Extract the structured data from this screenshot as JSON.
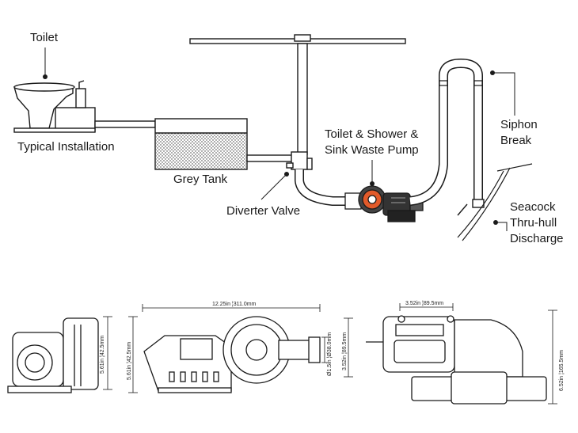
{
  "labels": {
    "toilet": "Toilet",
    "typical_installation": "Typical Installation",
    "grey_tank": "Grey Tank",
    "diverter_valve": "Diverter Valve",
    "pump_line1": "Toilet & Shower &",
    "pump_line2": "Sink Waste Pump",
    "siphon_line1": "Siphon",
    "siphon_line2": "Break",
    "seacock_line1": "Seacock",
    "seacock_line2": "Thru-hull",
    "seacock_line3": "Discharge"
  },
  "dimensions": {
    "side_height": "5.61in ¦42.5mm",
    "front_length": "12.25in ¦311.0mm",
    "front_height": "5.61in ¦42.5mm",
    "port_diameter": "Ø1.5in ¦Ø38.0mm",
    "top_width": "3.52in ¦89.5mm",
    "top_height_left": "3.52in ¦89.5mm",
    "top_height_right": "6.52in ¦165.5mm"
  },
  "colors": {
    "line": "#1a1a1a",
    "pump_accent": "#e25a2a",
    "tank_pattern": "#333333"
  }
}
